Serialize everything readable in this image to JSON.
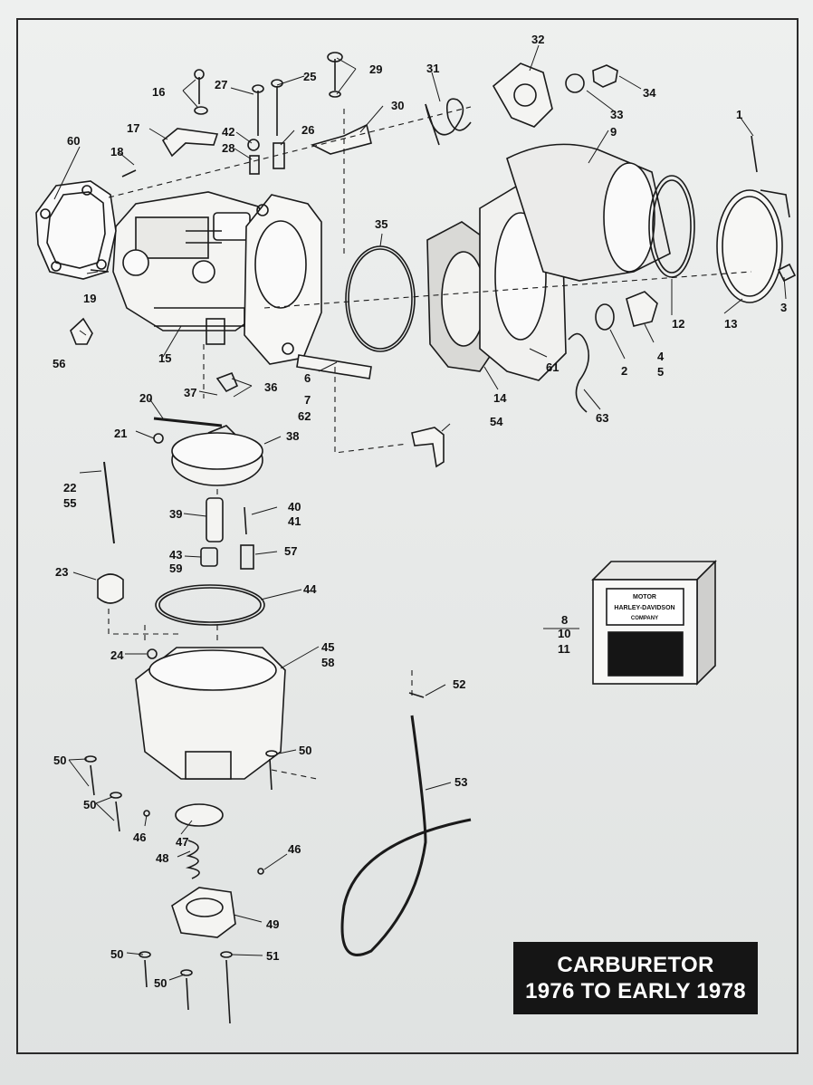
{
  "title": {
    "line1": "CARBURETOR",
    "line2": "1976 TO EARLY 1978"
  },
  "kit_box": {
    "brand_top": "MOTOR",
    "brand_main": "HARLEY-DAVIDSON",
    "brand_bottom": "COMPANY"
  },
  "callouts": [
    {
      "id": "c1",
      "text": "1"
    },
    {
      "id": "c2",
      "text": "2"
    },
    {
      "id": "c3",
      "text": "3"
    },
    {
      "id": "c4",
      "text": "4"
    },
    {
      "id": "c5",
      "text": "5"
    },
    {
      "id": "c6",
      "text": "6"
    },
    {
      "id": "c7",
      "text": "7"
    },
    {
      "id": "c62",
      "text": "62"
    },
    {
      "id": "c8",
      "text": "8"
    },
    {
      "id": "c10",
      "text": "10"
    },
    {
      "id": "c11",
      "text": "11"
    },
    {
      "id": "c9",
      "text": "9"
    },
    {
      "id": "c12",
      "text": "12"
    },
    {
      "id": "c13",
      "text": "13"
    },
    {
      "id": "c14",
      "text": "14"
    },
    {
      "id": "c15",
      "text": "15"
    },
    {
      "id": "c16",
      "text": "16"
    },
    {
      "id": "c17",
      "text": "17"
    },
    {
      "id": "c18",
      "text": "18"
    },
    {
      "id": "c19",
      "text": "19"
    },
    {
      "id": "c20",
      "text": "20"
    },
    {
      "id": "c21",
      "text": "21"
    },
    {
      "id": "c22",
      "text": "22"
    },
    {
      "id": "c55",
      "text": "55"
    },
    {
      "id": "c23",
      "text": "23"
    },
    {
      "id": "c24",
      "text": "24"
    },
    {
      "id": "c25",
      "text": "25"
    },
    {
      "id": "c26",
      "text": "26"
    },
    {
      "id": "c27",
      "text": "27"
    },
    {
      "id": "c28",
      "text": "28"
    },
    {
      "id": "c29",
      "text": "29"
    },
    {
      "id": "c30",
      "text": "30"
    },
    {
      "id": "c31",
      "text": "31"
    },
    {
      "id": "c32",
      "text": "32"
    },
    {
      "id": "c33",
      "text": "33"
    },
    {
      "id": "c34",
      "text": "34"
    },
    {
      "id": "c35",
      "text": "35"
    },
    {
      "id": "c36",
      "text": "36"
    },
    {
      "id": "c37",
      "text": "37"
    },
    {
      "id": "c38",
      "text": "38"
    },
    {
      "id": "c39",
      "text": "39"
    },
    {
      "id": "c40",
      "text": "40"
    },
    {
      "id": "c41",
      "text": "41"
    },
    {
      "id": "c42",
      "text": "42"
    },
    {
      "id": "c43",
      "text": "43"
    },
    {
      "id": "c59",
      "text": "59"
    },
    {
      "id": "c44",
      "text": "44"
    },
    {
      "id": "c45",
      "text": "45"
    },
    {
      "id": "c58",
      "text": "58"
    },
    {
      "id": "c46a",
      "text": "46"
    },
    {
      "id": "c46b",
      "text": "46"
    },
    {
      "id": "c47",
      "text": "47"
    },
    {
      "id": "c48",
      "text": "48"
    },
    {
      "id": "c49",
      "text": "49"
    },
    {
      "id": "c50a",
      "text": "50"
    },
    {
      "id": "c50b",
      "text": "50"
    },
    {
      "id": "c50c",
      "text": "50"
    },
    {
      "id": "c50d",
      "text": "50"
    },
    {
      "id": "c50e",
      "text": "50"
    },
    {
      "id": "c51",
      "text": "51"
    },
    {
      "id": "c52",
      "text": "52"
    },
    {
      "id": "c53",
      "text": "53"
    },
    {
      "id": "c54",
      "text": "54"
    },
    {
      "id": "c56",
      "text": "56"
    },
    {
      "id": "c57",
      "text": "57"
    },
    {
      "id": "c60",
      "text": "60"
    },
    {
      "id": "c61",
      "text": "61"
    },
    {
      "id": "c63",
      "text": "63"
    }
  ]
}
